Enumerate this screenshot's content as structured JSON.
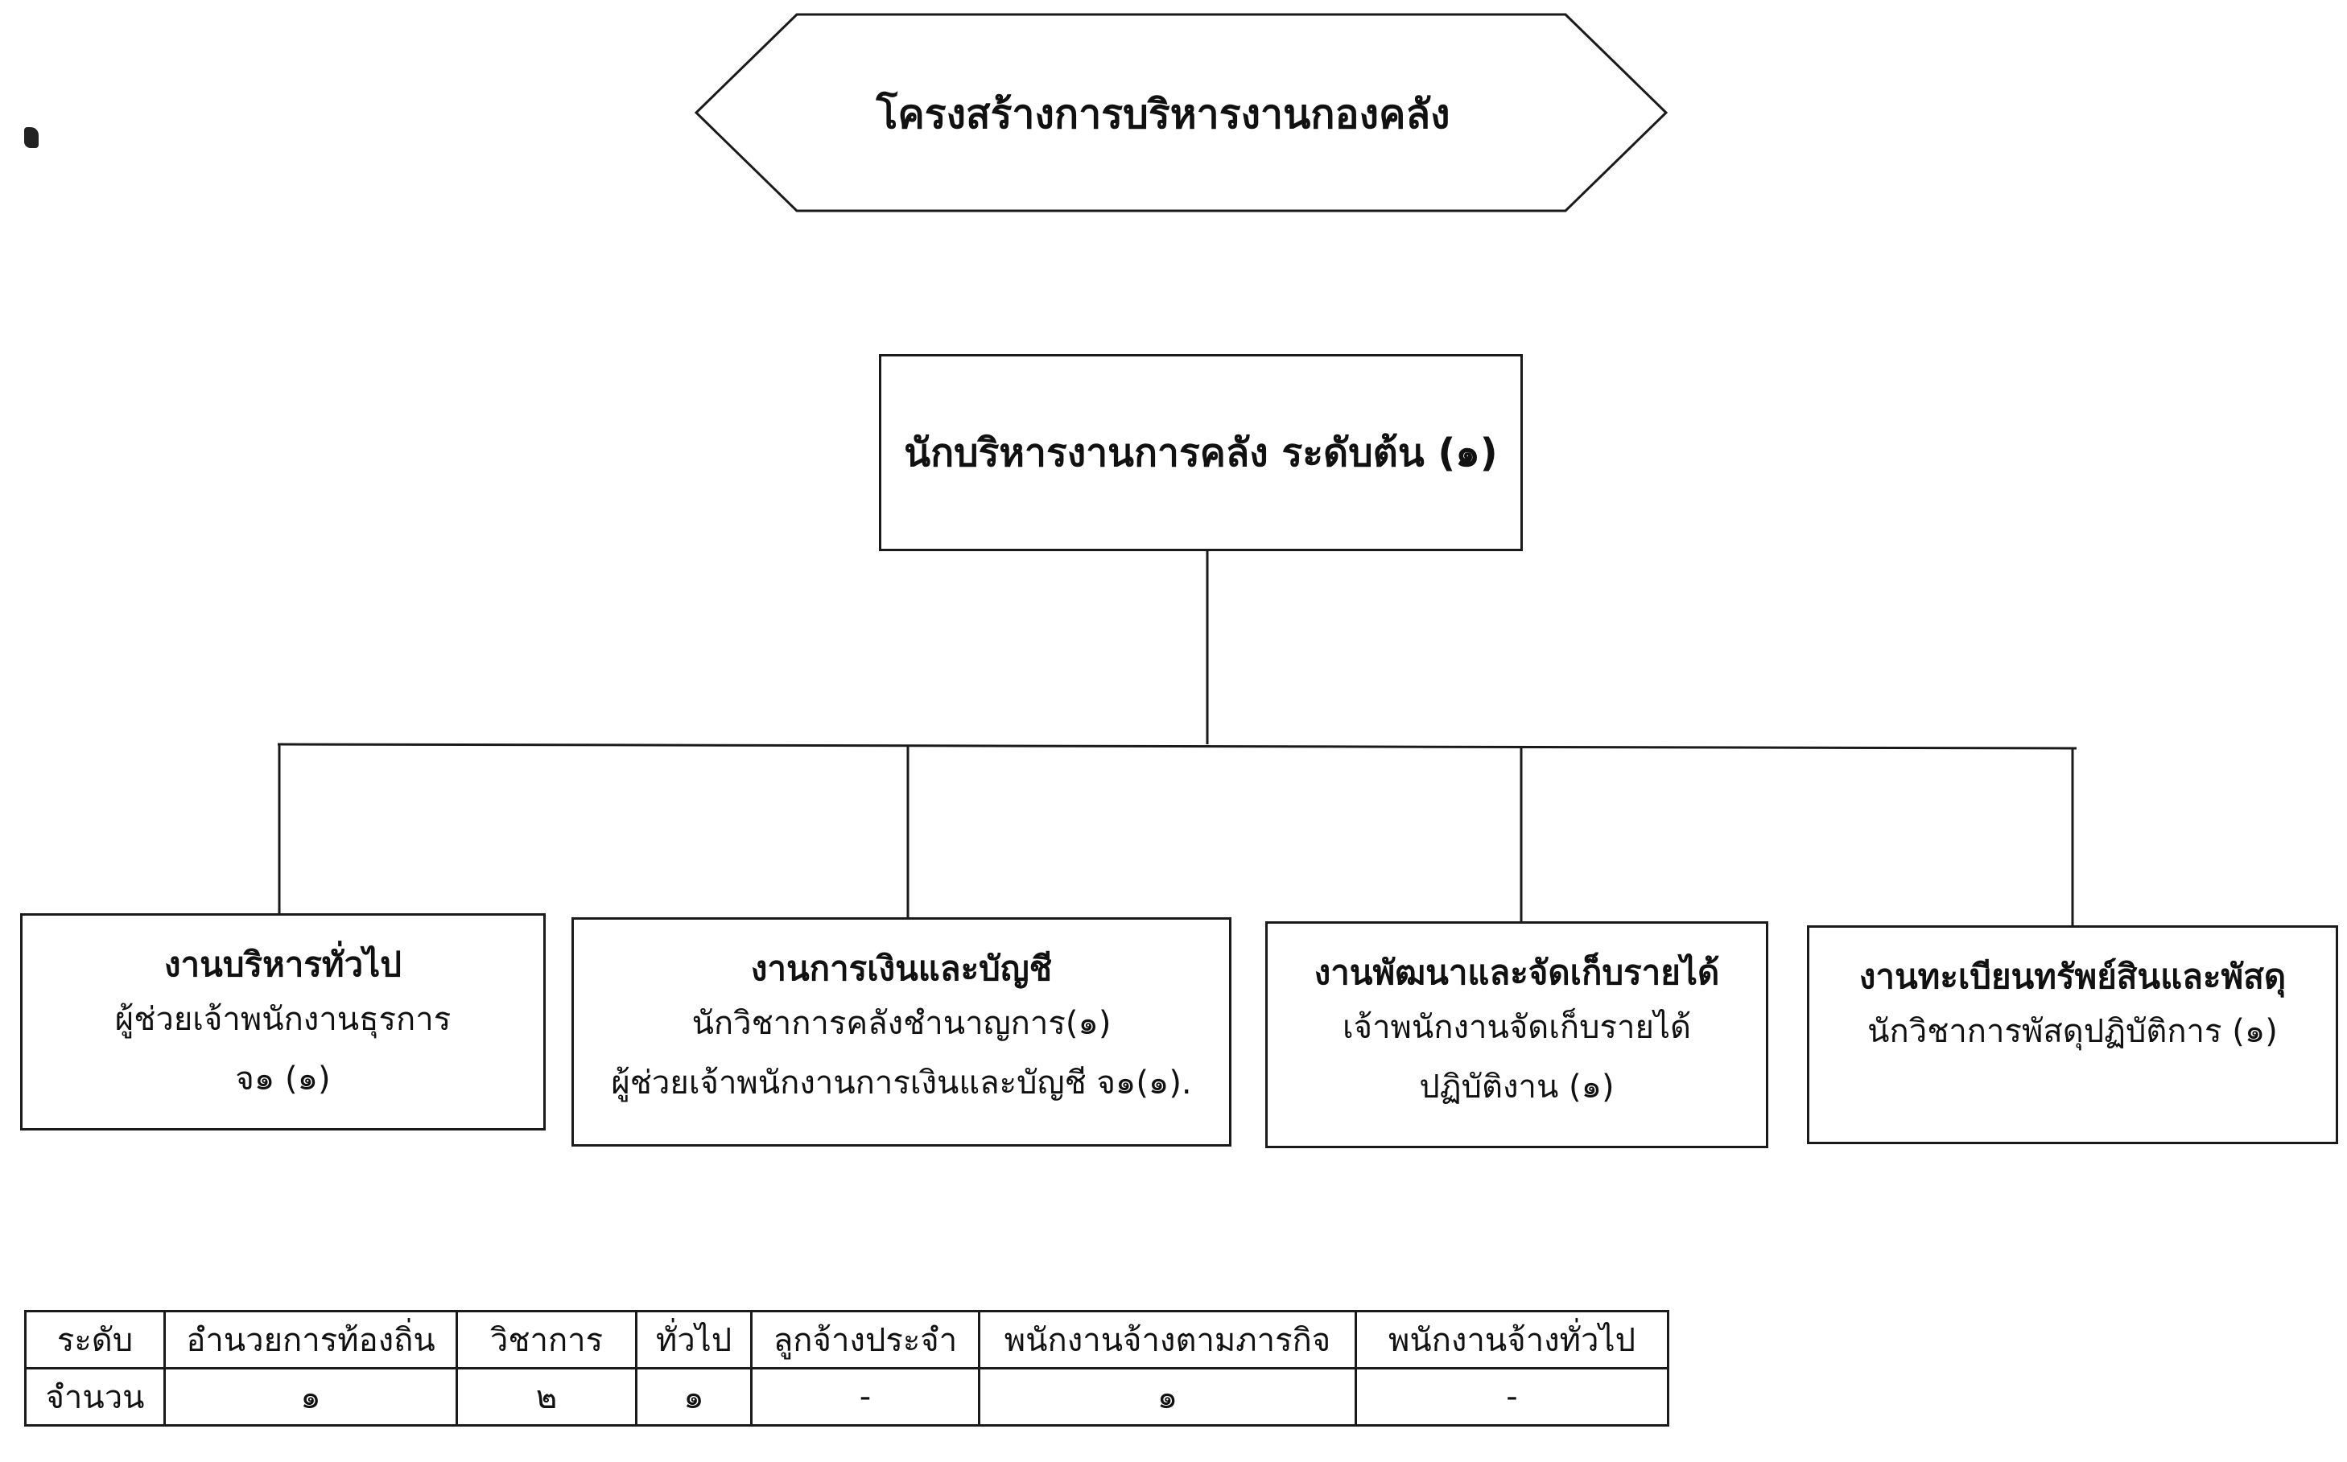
{
  "title": "โครงสร้างการบริหารงานกองคลัง",
  "head": {
    "label": "นักบริหารงานการคลัง ระดับต้น (๑)"
  },
  "units": [
    {
      "title": "งานบริหารทั่วไป",
      "lines": [
        "ผู้ช่วยเจ้าพนักงานธุรการ",
        "จ๑ (๑)"
      ]
    },
    {
      "title": "งานการเงินและบัญชี",
      "lines": [
        "นักวิชาการคลังชำนาญการ(๑)",
        "ผู้ช่วยเจ้าพนักงานการเงินและบัญชี จ๑(๑)."
      ]
    },
    {
      "title": "งานพัฒนาและจัดเก็บรายได้",
      "lines": [
        "เจ้าพนักงานจัดเก็บรายได้",
        "ปฏิบัติงาน (๑)"
      ]
    },
    {
      "title": "งานทะเบียนทรัพย์สินและพัสดุ",
      "lines": [
        "นักวิชาการพัสดุปฏิบัติการ (๑)"
      ]
    }
  ],
  "table": {
    "header": [
      "ระดับ",
      "อำนวยการท้องถิ่น",
      "วิชาการ",
      "ทั่วไป",
      "ลูกจ้างประจำ",
      "พนักงานจ้างตามภารกิจ",
      "พนักงานจ้างทั่วไป"
    ],
    "row": [
      "จำนวน",
      "๑",
      "๒",
      "๑",
      "-",
      "๑",
      "-"
    ]
  }
}
